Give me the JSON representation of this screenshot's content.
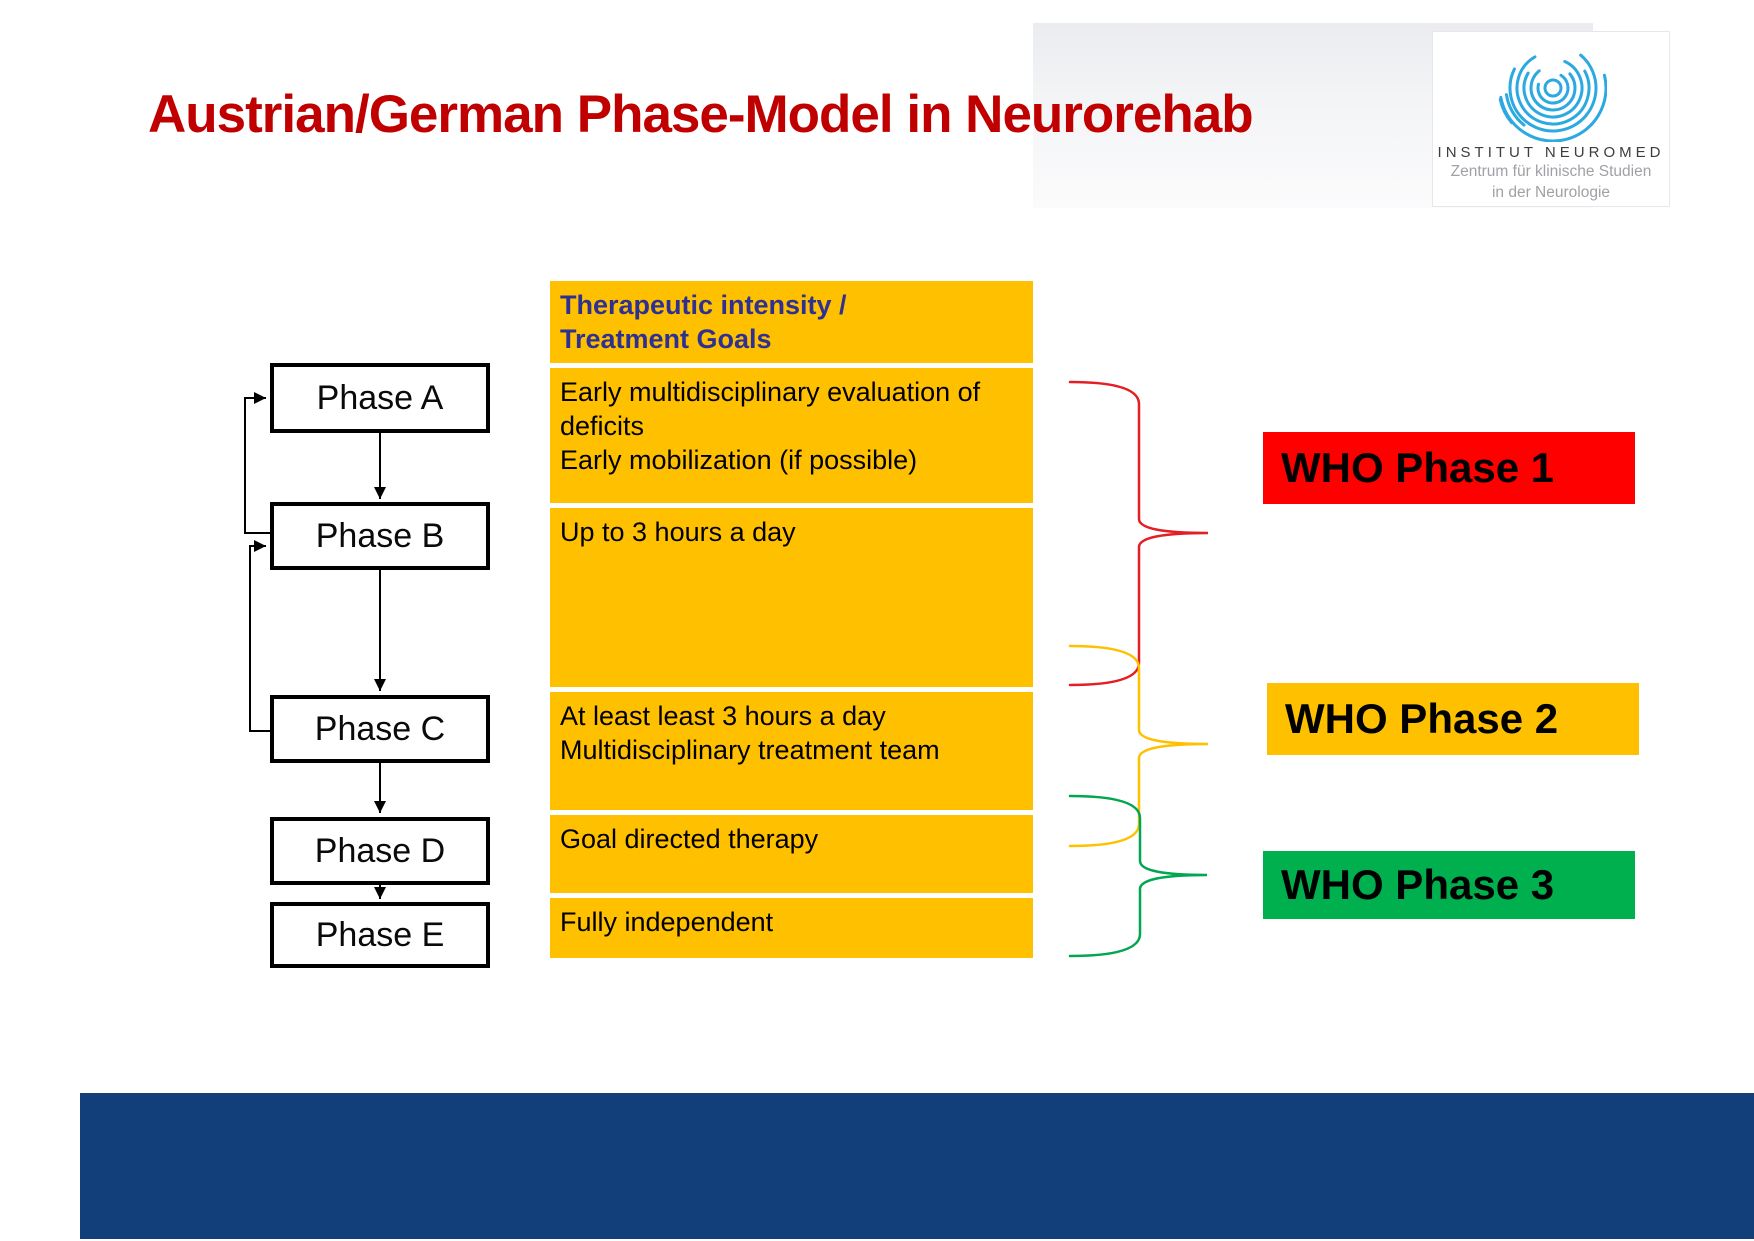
{
  "slide": {
    "title": "Austrian/German Phase-Model in Neurorehab",
    "title_color": "#C00000"
  },
  "logo": {
    "institute": "INSTITUT NEUROMED",
    "subtitle_line1": "Zentrum für klinische Studien",
    "subtitle_line2": "in der Neurologie",
    "spiral_color": "#2BA9E0"
  },
  "flowchart": {
    "phases": [
      {
        "label": "Phase A"
      },
      {
        "label": "Phase B"
      },
      {
        "label": "Phase C"
      },
      {
        "label": "Phase D"
      },
      {
        "label": "Phase E"
      }
    ]
  },
  "table": {
    "header": "Therapeutic intensity /\nTreatment Goals",
    "header_color": "#2E3192",
    "fill_color": "#FFC000",
    "rows": [
      {
        "text": "Early multidisciplinary evaluation of deficits\nEarly mobilization (if possible)"
      },
      {
        "text": "Up to 3 hours a day"
      },
      {
        "text": "At least least 3 hours a day\nMultidisciplinary treatment team"
      },
      {
        "text": "Goal directed therapy"
      },
      {
        "text": "Fully independent"
      }
    ]
  },
  "braces": [
    {
      "color": "#E31E24"
    },
    {
      "color": "#FFC000"
    },
    {
      "color": "#00A650"
    }
  ],
  "who_phases": [
    {
      "label": "WHO Phase 1",
      "color": "#FF0000"
    },
    {
      "label": "WHO Phase 2",
      "color": "#FFC000"
    },
    {
      "label": "WHO Phase 3",
      "color": "#00B04F"
    }
  ],
  "footer": {
    "bar_color": "#123F7A"
  }
}
